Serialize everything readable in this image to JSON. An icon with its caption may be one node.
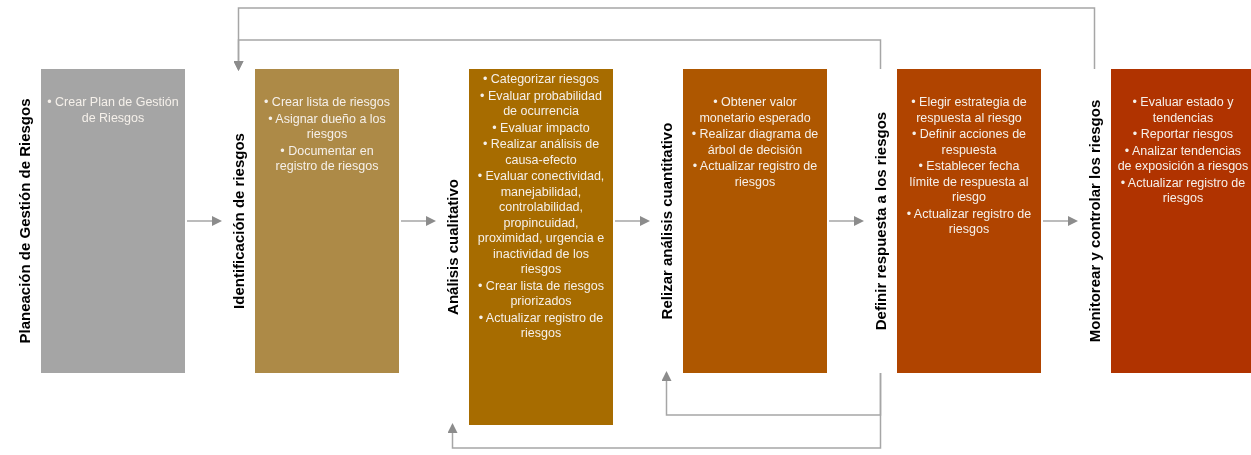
{
  "diagram": {
    "nodes": [
      {
        "text": [
          "Planeación de Gestión de Riesgos",
          "• Crear Plan de Gestión de Riesgos"
        ]
      },
      {
        "text": [
          "Identificación de  riesgos",
          "• Crear lista de riesgos",
          "• Asignar dueño  a los riesgos",
          "• Documentar en registro de riesgos"
        ]
      },
      {
        "text": [
          "Análisis cualitativo",
          "• Categorizar riesgos",
          "• Evaluar probabilidad de ocurrencia",
          "• Evaluar impacto",
          "• Realizar análisis de causa-efecto",
          "• Evaluar conectividad, manejabilidad, controlabilidad, propincuidad, proximidad, urgencia e inactividad de los riesgos",
          "• Crear lista de riesgos priorizados",
          "• Actualizar registro de riesgos"
        ]
      },
      {
        "text": [
          "Relizar análisis cuantitativo",
          "• Obtener valor monetario esperado",
          "• Realizar diagrama de árbol de decisión",
          "• Actualizar registro de riesgos"
        ]
      },
      {
        "text": [
          "Definir respuesta a los riesgos",
          "• Elegir estrategia de respuesta al riesgo",
          "• Definir acciones de respuesta",
          "• Establecer fecha límite de respuesta al riesgo",
          "• Actualizar registro de riesgos"
        ]
      },
      {
        "text": [
          "Monitorear y controlar los riesgos",
          "• Evaluar estado y tendencias",
          "• Reportar riesgos",
          "• Analizar tendencias de exposición a riesgos",
          "• Actualizar registro de riesgos"
        ]
      }
    ],
    "edges": [
      {
        "from": 0,
        "to": 1,
        "arrow": "to"
      },
      {
        "from": 1,
        "to": 2,
        "arrow": "to"
      },
      {
        "from": 2,
        "to": 3,
        "arrow": "to"
      },
      {
        "from": 3,
        "to": 4,
        "arrow": "to"
      },
      {
        "from": 4,
        "to": 5,
        "arrow": "to"
      },
      {
        "from": 4,
        "to": 1,
        "arrow": "to"
      },
      {
        "from": 5,
        "to": 1,
        "arrow": "to"
      },
      {
        "from": 4,
        "to": 3,
        "arrow": "to"
      },
      {
        "from": 4,
        "to": 2,
        "arrow": "to"
      }
    ]
  }
}
